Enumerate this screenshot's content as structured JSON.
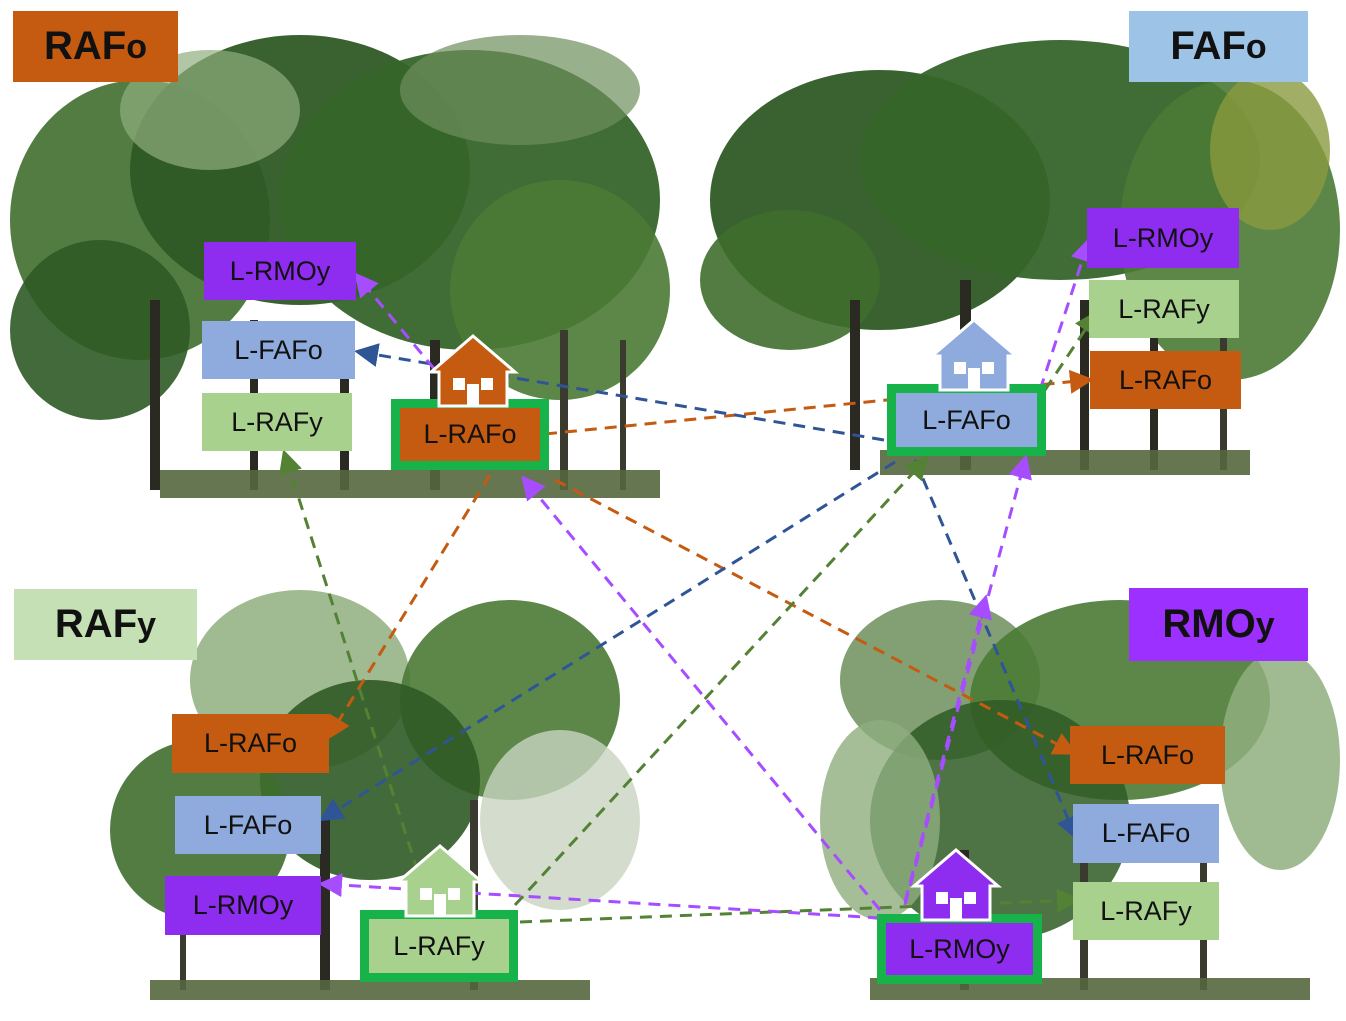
{
  "colors": {
    "rafo": "#c55a11",
    "fafo": "#9dc3e6",
    "fafo_box": "#8faadc",
    "rafy": "#c5e0b4",
    "rafy_box": "#a9d18e",
    "rmoy": "#9b30ff",
    "rmoy_box": "#8e2cf0",
    "home_border": "#18b24a",
    "line_rafo": "#c55a11",
    "line_fafo": "#2f5597",
    "line_rafy": "#548235",
    "line_rmoy": "#a64dff",
    "foliage_dark": "#2f5a25",
    "foliage_mid": "#4a7a35",
    "foliage_light": "#8fae7e"
  },
  "sites": {
    "rafo": {
      "title": "RAF",
      "title_sub": "o",
      "home_label": "L-RAFo",
      "foreign": [
        "L-RMOy",
        "L-FAFo",
        "L-RAFy"
      ]
    },
    "fafo": {
      "title": "FAF",
      "title_sub": "o",
      "home_label": "L-FAFo",
      "foreign": [
        "L-RMOy",
        "L-RAFy",
        "L-RAFo"
      ]
    },
    "rafy": {
      "title": "RAF",
      "title_sub": "y",
      "home_label": "L-RAFy",
      "foreign": [
        "L-RAFo",
        "L-FAFo",
        "L-RMOy"
      ]
    },
    "rmoy": {
      "title": "RMO",
      "title_sub": "y",
      "home_label": "L-RMOy",
      "foreign": [
        "L-RAFo",
        "L-FAFo",
        "L-RAFy"
      ]
    }
  },
  "icons": {
    "house": "house-icon",
    "tree": "tree-icon"
  }
}
